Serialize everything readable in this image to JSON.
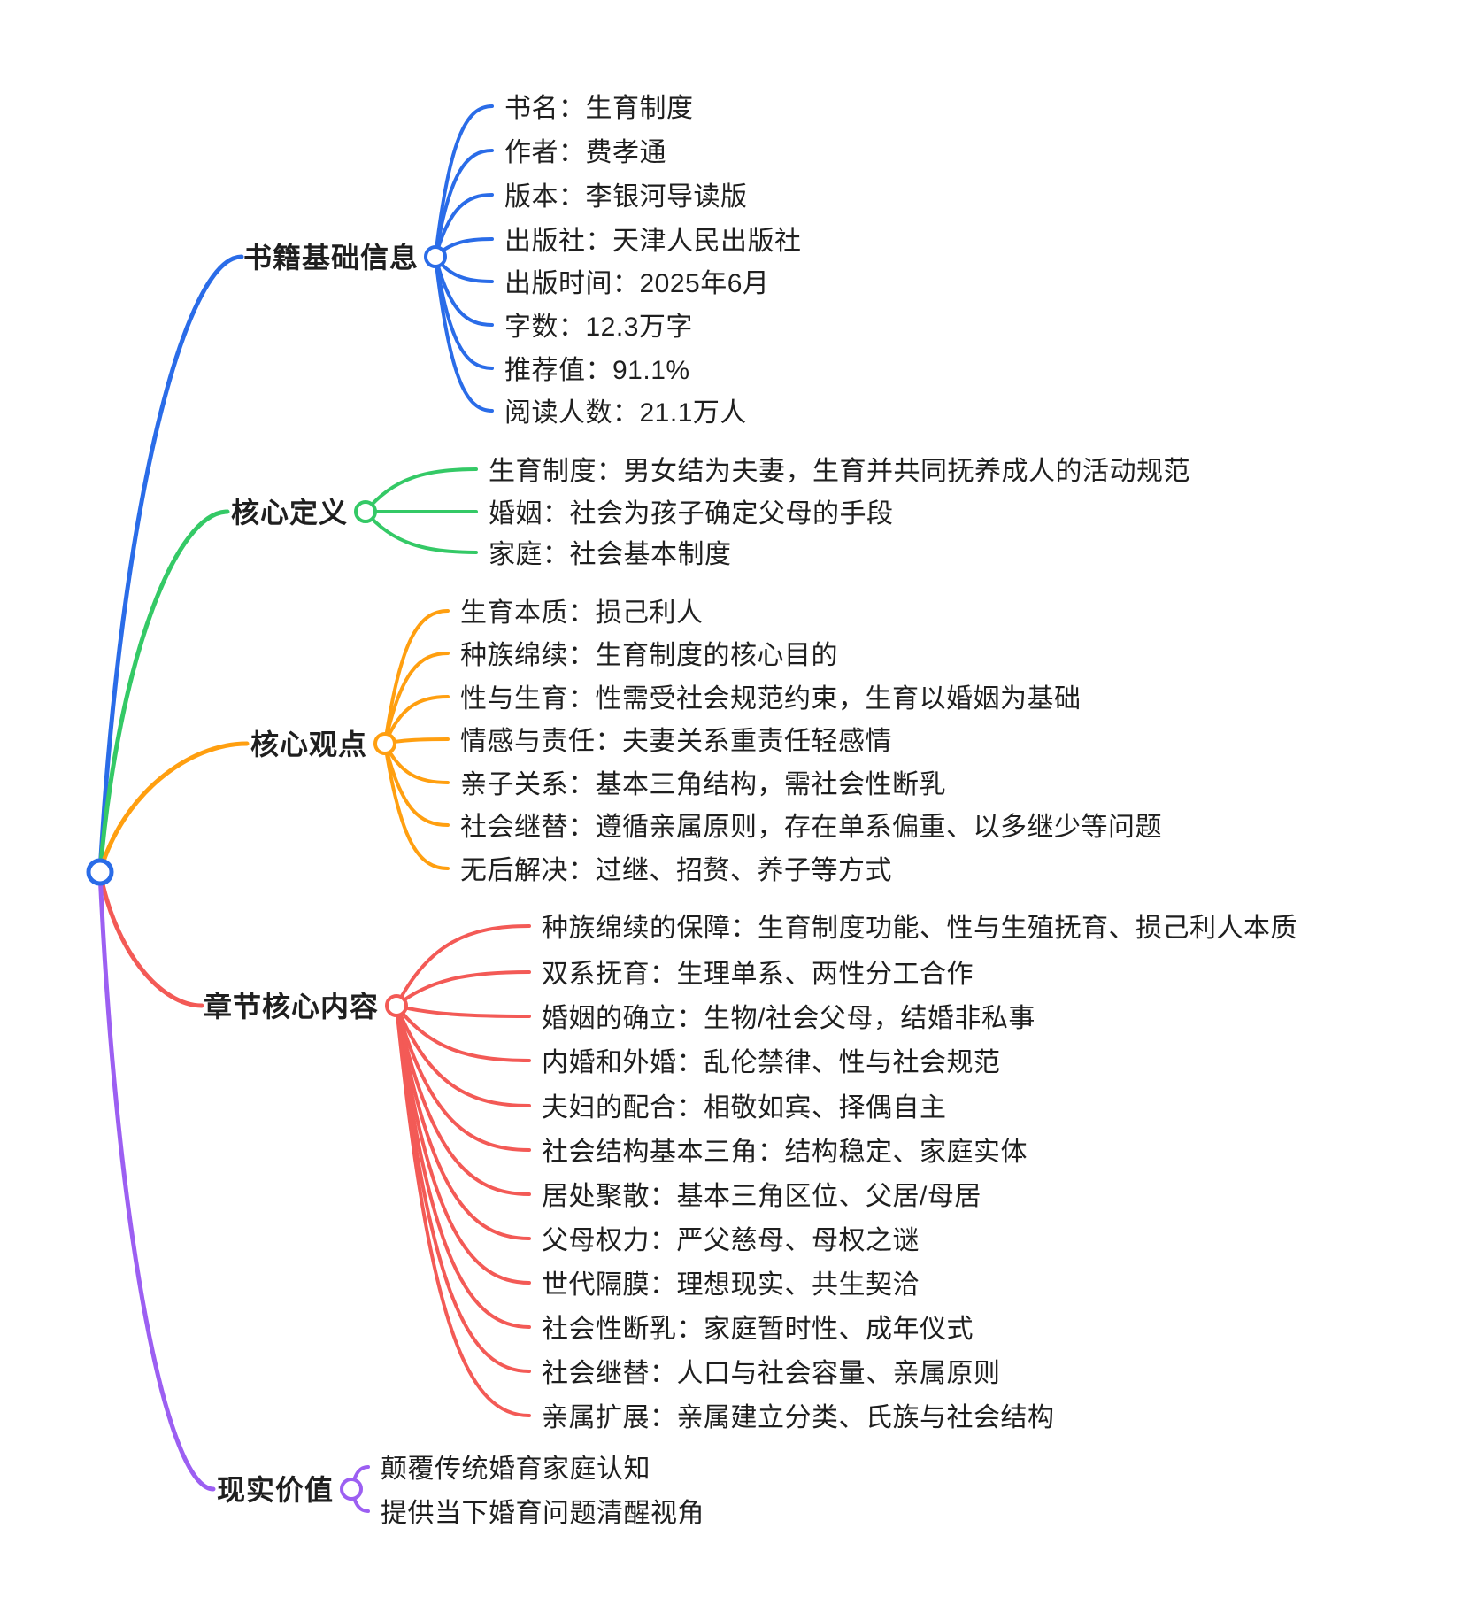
{
  "mindmap": {
    "background": "#ffffff",
    "text_color": "#1f1f1f",
    "root_color": "#2a6ce8",
    "branches": [
      {
        "label": "书籍基础信息",
        "color": "#2a6ce8",
        "children": [
          "书名：生育制度",
          "作者：费孝通",
          "版本：李银河导读版",
          "出版社：天津人民出版社",
          "出版时间：2025年6月",
          "字数：12.3万字",
          "推荐值：91.1%",
          "阅读人数：21.1万人"
        ]
      },
      {
        "label": "核心定义",
        "color": "#34c966",
        "children": [
          "生育制度：男女结为夫妻，生育并共同抚养成人的活动规范",
          "婚姻：社会为孩子确定父母的手段",
          "家庭：社会基本制度"
        ]
      },
      {
        "label": "核心观点",
        "color": "#ff9f10",
        "children": [
          "生育本质：损己利人",
          "种族绵续：生育制度的核心目的",
          "性与生育：性需受社会规范约束，生育以婚姻为基础",
          "情感与责任：夫妻关系重责任轻感情",
          "亲子关系：基本三角结构，需社会性断乳",
          "社会继替：遵循亲属原则，存在单系偏重、以多继少等问题",
          "无后解决：过继、招赘、养子等方式"
        ]
      },
      {
        "label": "章节核心内容",
        "color": "#f35a56",
        "children": [
          "种族绵续的保障：生育制度功能、性与生殖抚育、损己利人本质",
          "双系抚育：生理单系、两性分工合作",
          "婚姻的确立：生物/社会父母，结婚非私事",
          "内婚和外婚：乱伦禁律、性与社会规范",
          "夫妇的配合：相敬如宾、择偶自主",
          "社会结构基本三角：结构稳定、家庭实体",
          "居处聚散：基本三角区位、父居/母居",
          "父母权力：严父慈母、母权之谜",
          "世代隔膜：理想现实、共生契洽",
          "社会性断乳：家庭暂时性、成年仪式",
          "社会继替：人口与社会容量、亲属原则",
          "亲属扩展：亲属建立分类、氏族与社会结构"
        ]
      },
      {
        "label": "现实价值",
        "color": "#9c5ff2",
        "children": [
          "颠覆传统婚育家庭认知",
          "提供当下婚育问题清醒视角"
        ]
      }
    ]
  }
}
